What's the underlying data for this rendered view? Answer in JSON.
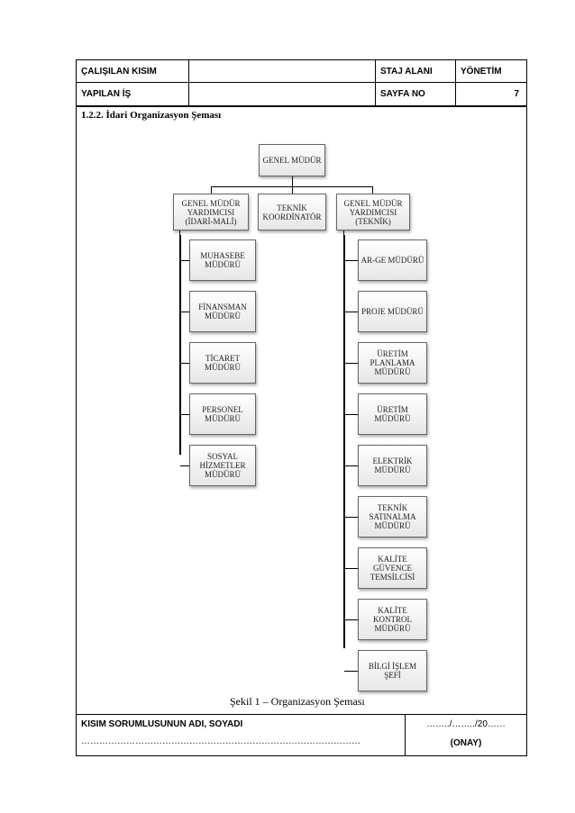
{
  "header": {
    "section_label": "ÇALIŞILAN KISIM",
    "section_value": "",
    "area_label": "STAJ ALANI",
    "area_value": "YÖNETİM",
    "work_label": "YAPILAN İŞ",
    "work_value": "",
    "page_label": "SAYFA NO",
    "page_value": "7"
  },
  "section_title": "1.2.2. İdari Organizasyon Şeması",
  "org": {
    "root": "GENEL MÜDÜR",
    "left_head": "GENEL MÜDÜR\nYARDIMCISI\n(İDARİ-MALİ)",
    "center_head": "TEKNİK\nKOORDİNATÖR",
    "right_head": "GENEL MÜDÜR\nYARDIMCISI\n(TEKNİK)",
    "left_children": [
      "MUHASEBE\nMÜDÜRÜ",
      "FİNANSMAN\nMÜDÜRÜ",
      "TİCARET\nMÜDÜRÜ",
      "PERSONEL\nMÜDÜRÜ",
      "SOSYAL\nHİZMETLER\nMÜDÜRÜ"
    ],
    "right_children": [
      "AR-GE MÜDÜRÜ",
      "PROJE MÜDÜRÜ",
      "ÜRETİM\nPLANLAMA\nMÜDÜRÜ",
      "ÜRETİM\nMÜDÜRÜ",
      "ELEKTRİK\nMÜDÜRÜ",
      "TEKNİK\nSATINALMA\nMÜDÜRÜ",
      "KALİTE\nGÜVENCE\nTEMSİLCİSİ",
      "KALİTE\nKONTROL\nMÜDÜRÜ",
      "BİLGİ İŞLEM\nŞEFİ"
    ]
  },
  "caption": "Şekil 1 – Organizasyon Şeması",
  "footer": {
    "responsible_label": "KISIM SORUMLUSUNUN ADI, SOYADI",
    "responsible_dots": "…………………………………………………………………………………",
    "date": "……../……../20……",
    "approval": "(ONAY)"
  }
}
